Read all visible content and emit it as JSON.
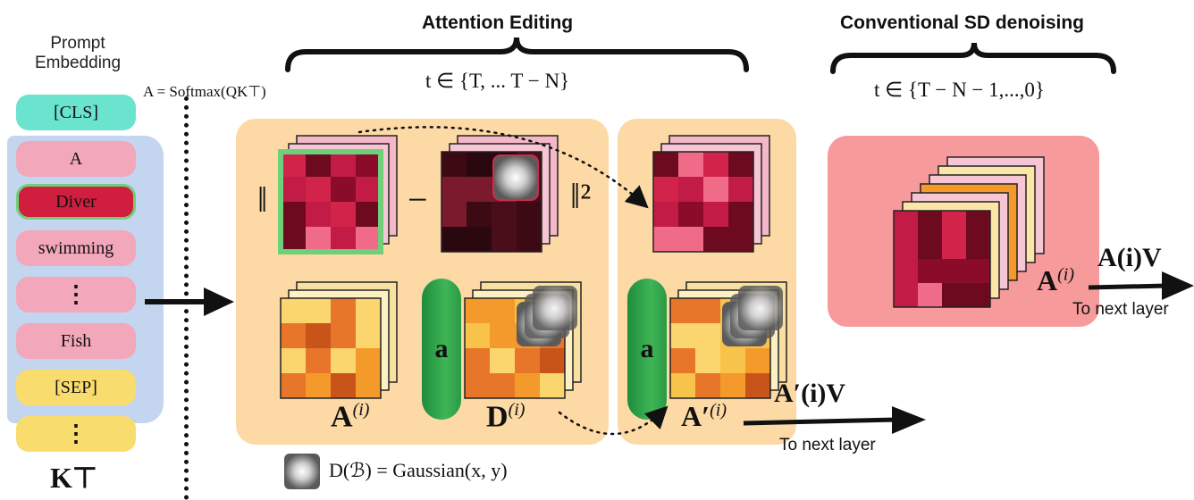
{
  "headers": {
    "attention_editing": "Attention Editing",
    "conventional": "Conventional SD denoising",
    "prompt_embedding": "Prompt\nEmbedding"
  },
  "math": {
    "softmax": "A = Softmax(QK⊤)",
    "t_edit": "t ∈ {T, ... T − N}",
    "t_conv": "t ∈ {T − N − 1,...,0}",
    "norm_left": "‖",
    "minus": "−",
    "norm_right": "‖²",
    "kt": "K⊤",
    "gaussian": "D(ℬ) = Gaussian(x, y)"
  },
  "tokens": [
    {
      "label": "[CLS]",
      "style": "teal"
    },
    {
      "label": "A",
      "style": "pink"
    },
    {
      "label": "Diver",
      "style": "red"
    },
    {
      "label": "swimming",
      "style": "pink"
    },
    {
      "label": "⋮",
      "style": "pink"
    },
    {
      "label": "Fish",
      "style": "pink"
    },
    {
      "label": "[SEP]",
      "style": "yellow"
    },
    {
      "label": "⋮",
      "style": "yellow"
    }
  ],
  "labels": {
    "a_i": "A",
    "d_i": "D",
    "a_prime": "A′",
    "sup_i": "(i)",
    "a_pill": "a",
    "to_next_1": "To next layer",
    "to_next_2": "To next layer",
    "av_prime": "A′(i)V",
    "av": "A(i)V",
    "a_i_red": "A"
  },
  "colors": {
    "panel": "#fcd9a5",
    "red_panel": "#f79a9c",
    "token_bg": "#c3d5ef",
    "green": "#3fb556"
  }
}
